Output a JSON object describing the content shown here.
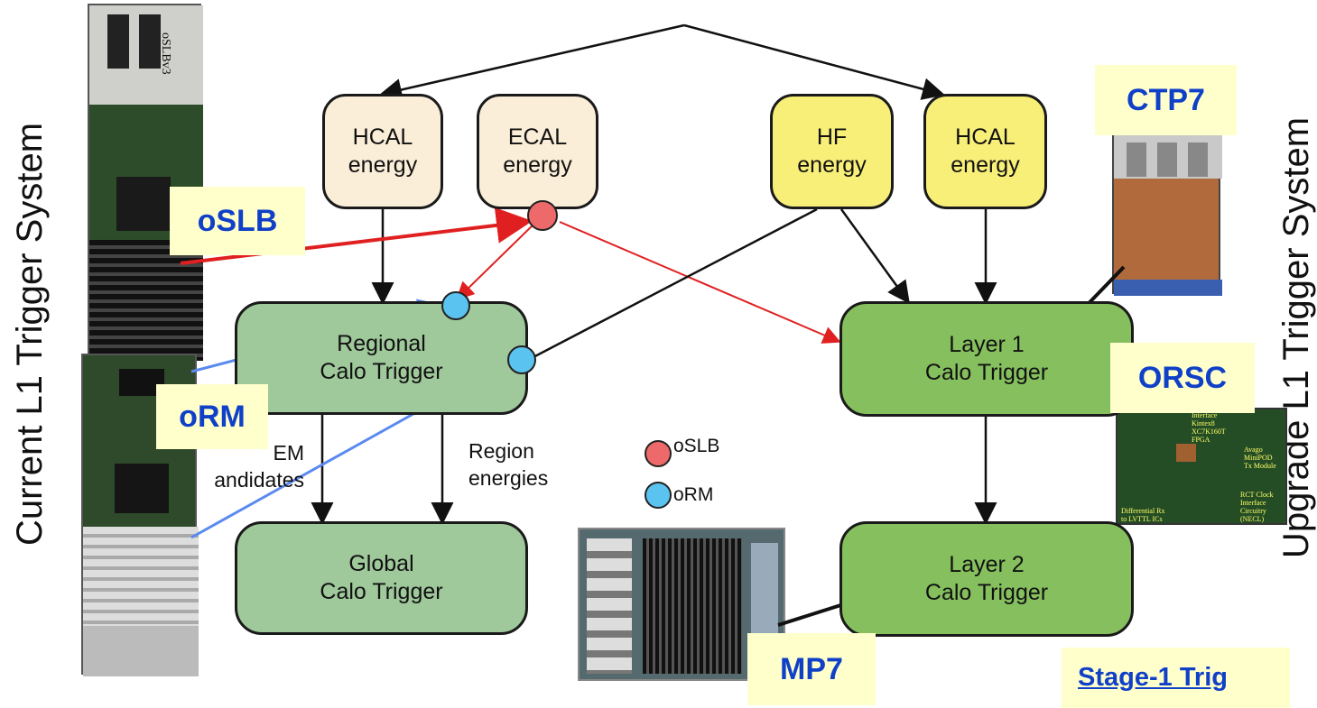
{
  "left_title": "Current L1 Trigger System",
  "right_title": "Upgrade L1 Trigger System",
  "nodes": {
    "hcal_left": "HCAL\nenergy",
    "ecal": "ECAL\nenergy",
    "hf": "HF\nenergy",
    "hcal_right": "HCAL\nenergy",
    "regional": "Regional\nCalo Trigger",
    "global": "Global\nCalo Trigger",
    "layer1": "Layer 1\nCalo Trigger",
    "layer2": "Layer 2\nCalo Trigger"
  },
  "edge_labels": {
    "em": "EM\nandidates",
    "region": "Region\nenergies"
  },
  "legend": {
    "oslb": "oSLB",
    "orm": "oRM"
  },
  "callouts": {
    "oslb": "oSLB",
    "orm": "oRM",
    "ctp7": "CTP7",
    "orsc": "ORSC",
    "mp7": "MP7"
  },
  "board_labels": {
    "oslb_board": "oSLBv3"
  },
  "orsc_board_text": {
    "interface": "Interface\nKintex8\nXC7K160T\nFPGA",
    "avago": "Avago\nMiniPOD\nTx Module",
    "rct": "RCT Clock\nInterface\nCircuitry\n(NECL)",
    "diff": "Differential Rx\nto LVTTL ICs"
  },
  "footer_link": "Stage-1 Trig",
  "colors": {
    "source_left": "#fbeed8",
    "source_right": "#f8ef78",
    "current_box": "#9fc89b",
    "upgrade_box": "#86c05e",
    "oslb_dot": "#ee6a6a",
    "orm_dot": "#5bc3ef",
    "callout_bg": "#ffffcc",
    "callout_text": "#1040c8",
    "red_arrow": "#e02020",
    "blue_arrow": "#5a8af0"
  }
}
